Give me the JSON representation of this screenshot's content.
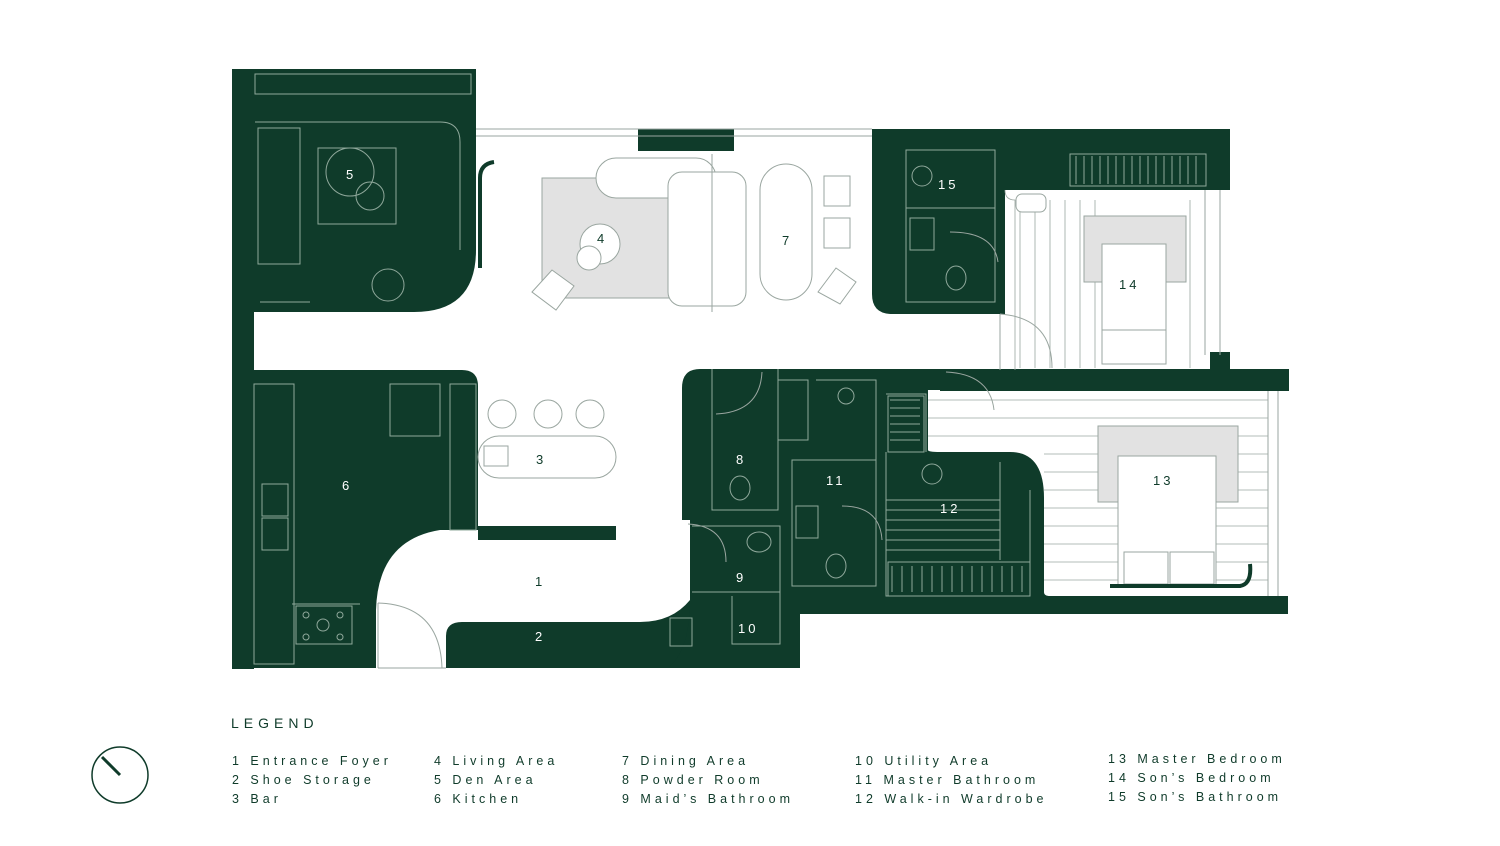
{
  "colors": {
    "ink": "#0f3b2a",
    "line": "#9aa6a0",
    "furniture": "#e2e2e2",
    "paper": "#ffffff"
  },
  "legend": {
    "title": "LEGEND",
    "columns": [
      [
        "1 Entrance Foyer",
        "2 Shoe Storage",
        "3 Bar"
      ],
      [
        "4 Living Area",
        "5 Den Area",
        "6 Kitchen"
      ],
      [
        "7 Dining Area",
        "8 Powder Room",
        "9 Maid’s Bathroom"
      ],
      [
        "10 Utility Area",
        "11 Master Bathroom",
        "12 Walk-in Wardrobe"
      ],
      [
        "13 Master Bedroom",
        "14 Son’s Bedroom",
        "15 Son’s Bathroom"
      ]
    ]
  },
  "rooms": [
    {
      "number": "1",
      "tone": "dark"
    },
    {
      "number": "2",
      "tone": "light"
    },
    {
      "number": "3",
      "tone": "dark"
    },
    {
      "number": "4",
      "tone": "dark"
    },
    {
      "number": "5",
      "tone": "light"
    },
    {
      "number": "6",
      "tone": "light"
    },
    {
      "number": "7",
      "tone": "dark"
    },
    {
      "number": "8",
      "tone": "light"
    },
    {
      "number": "9",
      "tone": "light"
    },
    {
      "number": "10",
      "tone": "light"
    },
    {
      "number": "11",
      "tone": "light"
    },
    {
      "number": "12",
      "tone": "light"
    },
    {
      "number": "13",
      "tone": "dark"
    },
    {
      "number": "14",
      "tone": "dark"
    },
    {
      "number": "15",
      "tone": "light"
    }
  ],
  "icons": {
    "compass": "north-arrow-icon"
  }
}
